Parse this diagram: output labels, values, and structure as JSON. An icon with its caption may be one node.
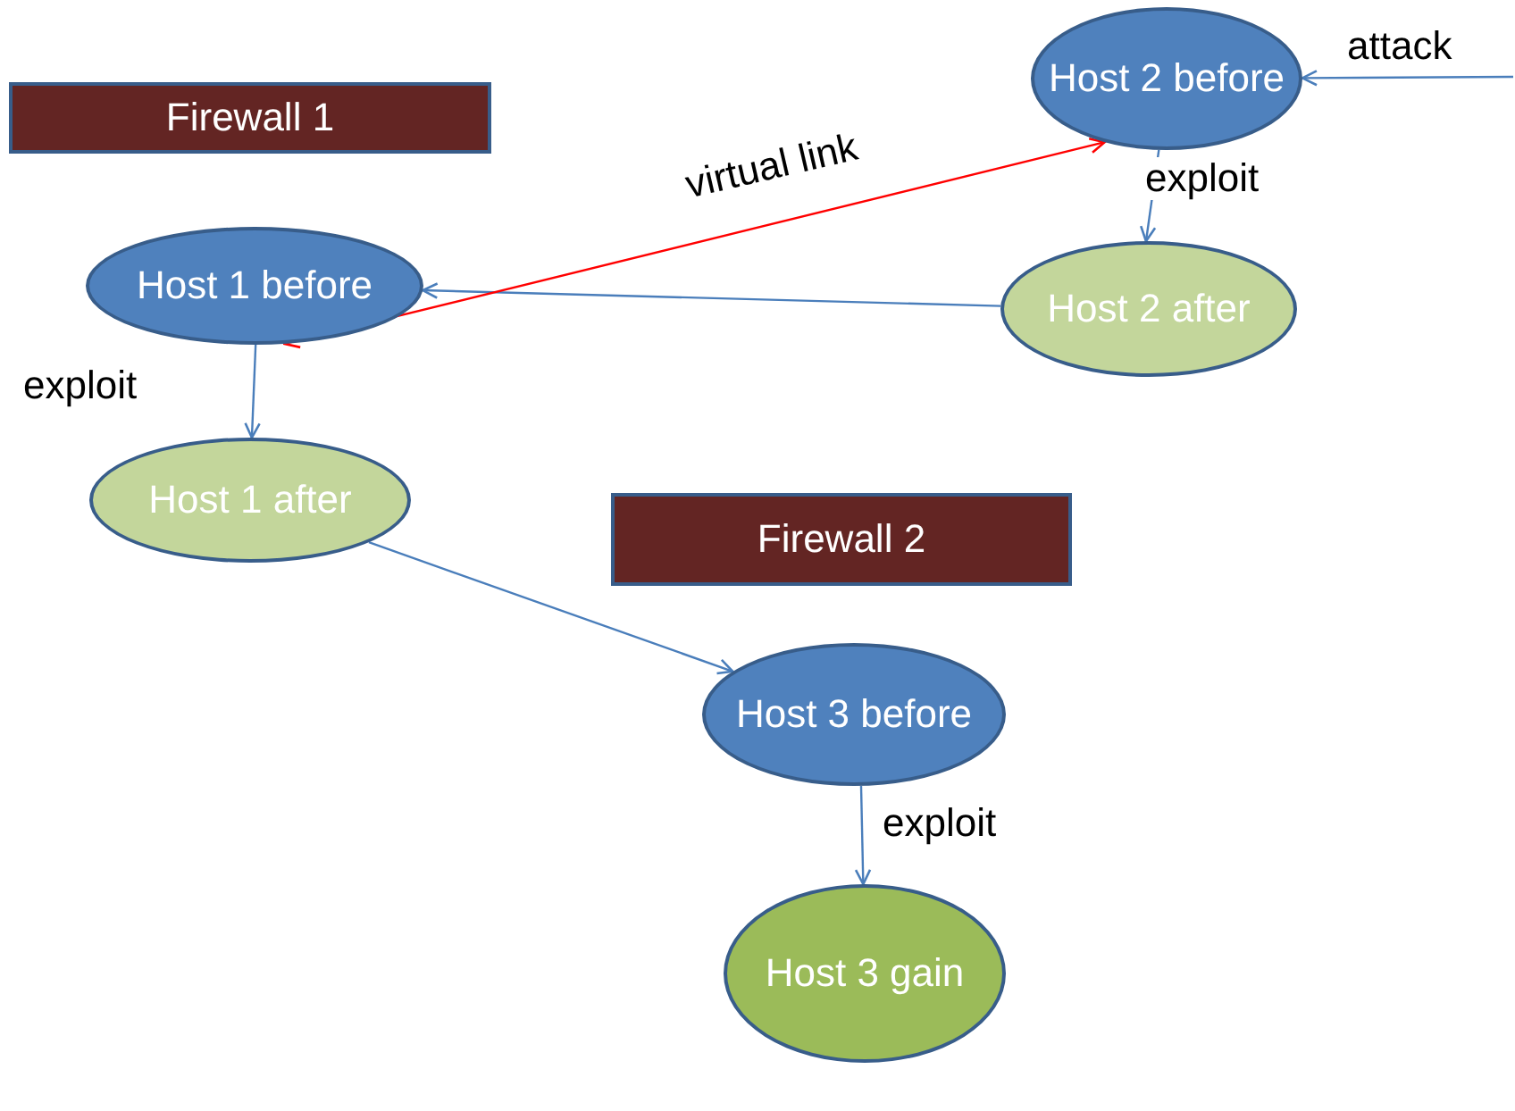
{
  "diagram": {
    "nodes": [
      {
        "text": [
          "Host 2 before"
        ]
      },
      {
        "text": [
          "Firewall 1"
        ]
      },
      {
        "text": [
          "Host 1 before"
        ]
      },
      {
        "text": [
          "Host 2 after"
        ]
      },
      {
        "text": [
          "Host 1 after"
        ]
      },
      {
        "text": [
          "Firewall 2"
        ]
      },
      {
        "text": [
          "Host 3 before"
        ]
      },
      {
        "text": [
          "Host 3 gain"
        ]
      }
    ],
    "edges": [
      {
        "from": null,
        "to": 0,
        "arrow": "to",
        "label": "attack"
      },
      {
        "from": 0,
        "to": 3,
        "arrow": "to",
        "label": "exploit"
      },
      {
        "from": 3,
        "to": 2,
        "arrow": "to"
      },
      {
        "from": 2,
        "to": 0,
        "arrow": "both",
        "label": "virtual link",
        "color": "#ff0000"
      },
      {
        "from": 2,
        "to": 4,
        "arrow": "to",
        "label": "exploit"
      },
      {
        "from": 4,
        "to": 6,
        "arrow": "to"
      },
      {
        "from": 6,
        "to": 7,
        "arrow": "to",
        "label": "exploit"
      }
    ]
  }
}
